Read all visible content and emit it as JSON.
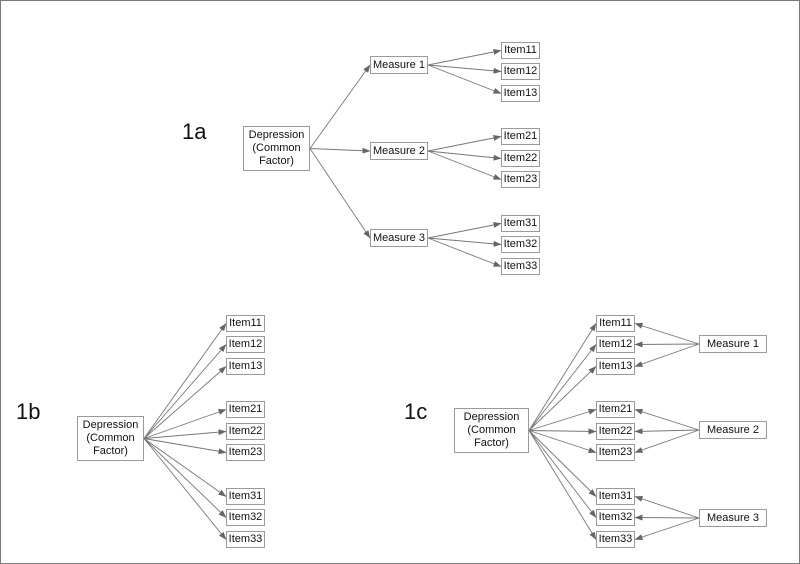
{
  "panels": {
    "a": {
      "label": "1a",
      "factor": "Depression\n(Common\nFactor)",
      "measures": [
        "Measure 1",
        "Measure 2",
        "Measure 3"
      ],
      "items": [
        "Item11",
        "Item12",
        "Item13",
        "Item21",
        "Item22",
        "Item23",
        "Item31",
        "Item32",
        "Item33"
      ]
    },
    "b": {
      "label": "1b",
      "factor": "Depression\n(Common\nFactor)",
      "items": [
        "Item11",
        "Item12",
        "Item13",
        "Item21",
        "Item22",
        "Item23",
        "Item31",
        "Item32",
        "Item33"
      ]
    },
    "c": {
      "label": "1c",
      "factor": "Depression\n(Common\nFactor)",
      "measures": [
        "Measure 1",
        "Measure 2",
        "Measure 3"
      ],
      "items": [
        "Item11",
        "Item12",
        "Item13",
        "Item21",
        "Item22",
        "Item23",
        "Item31",
        "Item32",
        "Item33"
      ]
    }
  },
  "colors": {
    "box_border": "#9a9a9a",
    "arrow": "#777777",
    "frame": "#7a7a7a"
  }
}
